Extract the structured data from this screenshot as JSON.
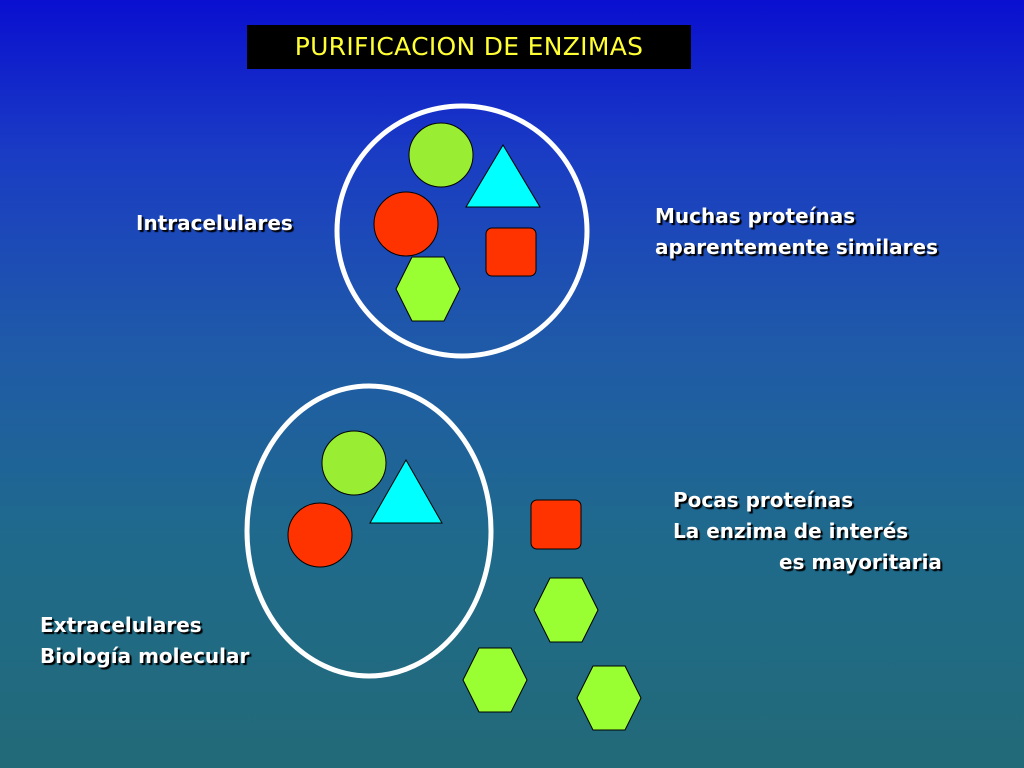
{
  "title": "PURIFICACION DE ENZIMAS",
  "labels": {
    "intracelulares": "Intracelulares",
    "muchas_line1": "Muchas proteínas",
    "muchas_line2": "aparentemente similares",
    "pocas_line1": "Pocas  proteínas",
    "pocas_line2": "La enzima de interés",
    "pocas_line3": "es mayoritaria",
    "extracelulares": "Extracelulares",
    "biologia": "Biología molecular"
  },
  "colors": {
    "circle_green": "#99ee33",
    "circle_red": "#ff3300",
    "triangle_cyan": "#00ffff",
    "square_red": "#ff3300",
    "hexagon_green": "#99ff33",
    "cell_outline": "#ffffff",
    "title_text": "#ffff33",
    "title_bg": "#000000"
  }
}
